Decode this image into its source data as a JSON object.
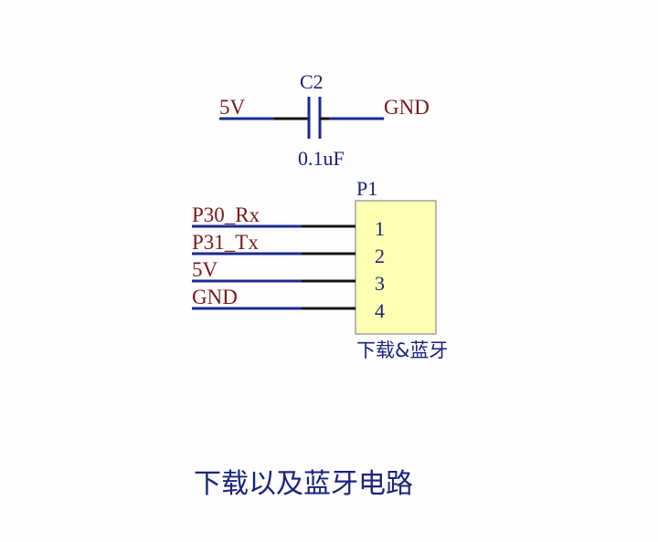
{
  "capacitor": {
    "designator": "C2",
    "value": "0.1uF",
    "left_net": "5V",
    "right_net": "GND"
  },
  "connector": {
    "designator": "P1",
    "comment": "下载&蓝牙",
    "pins": [
      {
        "number": "1",
        "net": "P30_Rx"
      },
      {
        "number": "2",
        "net": "P31_Tx"
      },
      {
        "number": "3",
        "net": "5V"
      },
      {
        "number": "4",
        "net": "GND"
      }
    ]
  },
  "title": "下载以及蓝牙电路",
  "colors": {
    "wire": "#1a2b8f",
    "pin": "#111111",
    "net_label": "#7a1a1a",
    "body": "#ffffb3"
  }
}
